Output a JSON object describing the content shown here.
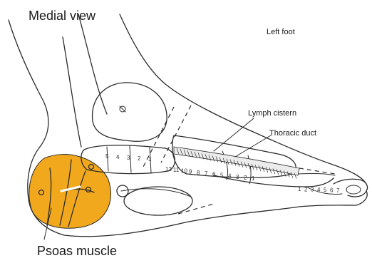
{
  "labels": {
    "medial_view": "Medial view",
    "left_foot": "Left foot",
    "lymph_cistern": "Lymph cistern",
    "thoracic_duct": "Thoracic duct",
    "psoas_muscle": "Psoas muscle"
  },
  "numbers": {
    "row_left": [
      "5",
      "4",
      "3",
      "2",
      "1"
    ],
    "row_mid": [
      "12",
      "11",
      "10",
      "9",
      "8",
      "7",
      "6",
      "5",
      "4",
      "3",
      "2",
      "1"
    ],
    "row_right": [
      "1",
      "2",
      "3",
      "4",
      "5",
      "6",
      "7"
    ]
  },
  "colors": {
    "highlight": "#f2a81d",
    "line": "#2b2b2b"
  }
}
